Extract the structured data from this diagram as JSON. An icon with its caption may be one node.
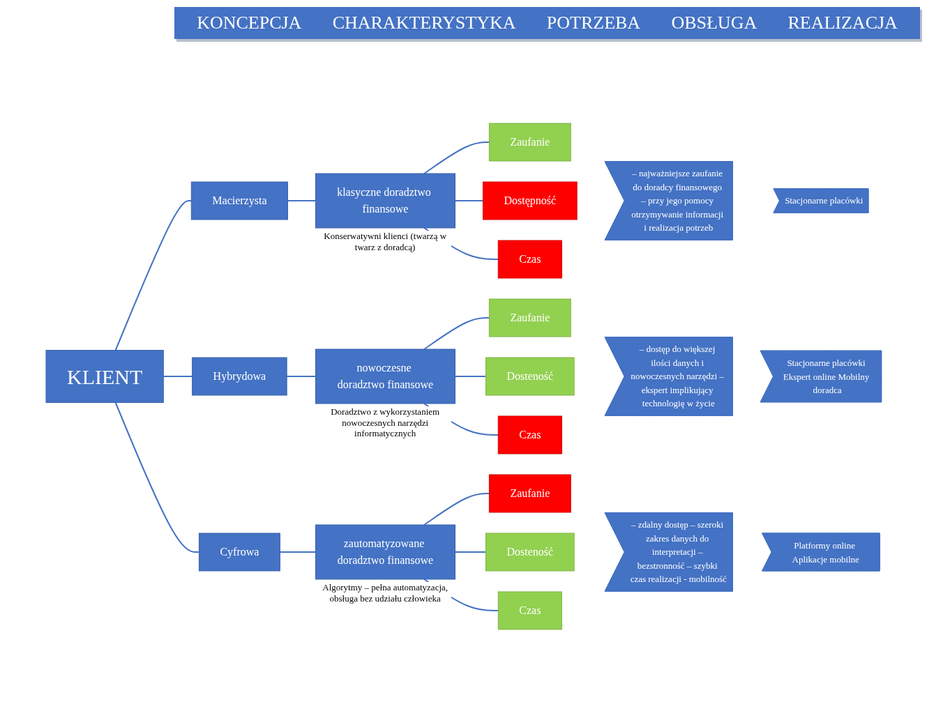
{
  "diagram": {
    "nodes": [
      {
        "text": [
          "KLIENT"
        ]
      },
      {
        "text": [
          "Macierzysta"
        ]
      },
      {
        "text": [
          "klasyczne doradztwo finansowe"
        ],
        "beside": [
          "Konserwatywni klienci (twarzą w twarz z doradcą)"
        ]
      },
      {
        "text": [
          "Zaufanie"
        ]
      },
      {
        "text": [
          "Dostępność"
        ]
      },
      {
        "text": [
          "Czas"
        ]
      },
      {
        "text": [
          "– najważniejsze zaufanie do doradcy finansowego – przy jego pomocy otrzymywanie informacji i realizacja potrzeb"
        ]
      },
      {
        "text": [
          "Stacjonarne placówki"
        ]
      },
      {
        "text": [
          "Hybrydowa"
        ]
      },
      {
        "text": [
          "nowoczesne doradztwo finansowe"
        ],
        "beside": [
          "Doradztwo z wykorzystaniem nowoczesnych narzędzi informatycznych"
        ]
      },
      {
        "text": [
          "Zaufanie"
        ]
      },
      {
        "text": [
          "Dosteność"
        ]
      },
      {
        "text": [
          "Czas"
        ]
      },
      {
        "text": [
          "– dostęp do większej ilości danych i nowoczesnych narzędzi – ekspert implikujący technologię w życie"
        ]
      },
      {
        "text": [
          "Stacjonarne placówki Ekspert online Mobilny doradca"
        ]
      },
      {
        "text": [
          "Cyfrowa"
        ]
      },
      {
        "text": [
          "zautomatyzowane doradztwo finansowe"
        ],
        "beside": [
          "Algorytmy – pełna automatyzacja, obsługa bez udziału człowieka"
        ]
      },
      {
        "text": [
          "Zaufanie"
        ]
      },
      {
        "text": [
          "Dosteność"
        ]
      },
      {
        "text": [
          "Czas"
        ]
      },
      {
        "text": [
          "– zdalny dostęp – szeroki zakres danych do interpretacji – bezstronność – szybki czas realizacji - mobilność"
        ]
      },
      {
        "text": [
          "Platformy online Aplikacje mobilne"
        ]
      }
    ],
    "edges": [
      {
        "from": 0,
        "to": 1,
        "arrow": "none"
      },
      {
        "from": 0,
        "to": 8,
        "arrow": "none"
      },
      {
        "from": 0,
        "to": 15,
        "arrow": "none"
      },
      {
        "from": 1,
        "to": 2,
        "arrow": "none"
      },
      {
        "from": 2,
        "to": 3,
        "arrow": "none"
      },
      {
        "from": 2,
        "to": 4,
        "arrow": "none"
      },
      {
        "from": 2,
        "to": 5,
        "arrow": "none"
      },
      {
        "from": 8,
        "to": 9,
        "arrow": "none"
      },
      {
        "from": 9,
        "to": 10,
        "arrow": "none"
      },
      {
        "from": 9,
        "to": 11,
        "arrow": "none"
      },
      {
        "from": 9,
        "to": 12,
        "arrow": "none"
      },
      {
        "from": 15,
        "to": 16,
        "arrow": "none"
      },
      {
        "from": 16,
        "to": 17,
        "arrow": "none"
      },
      {
        "from": 16,
        "to": 18,
        "arrow": "none"
      },
      {
        "from": 16,
        "to": 19,
        "arrow": "none"
      }
    ],
    "labels": [
      "KONCEPCJA",
      "CHARAKTERYSTYKA",
      "POTRZEBA",
      "OBSŁUGA",
      "REALIZACJA"
    ]
  }
}
